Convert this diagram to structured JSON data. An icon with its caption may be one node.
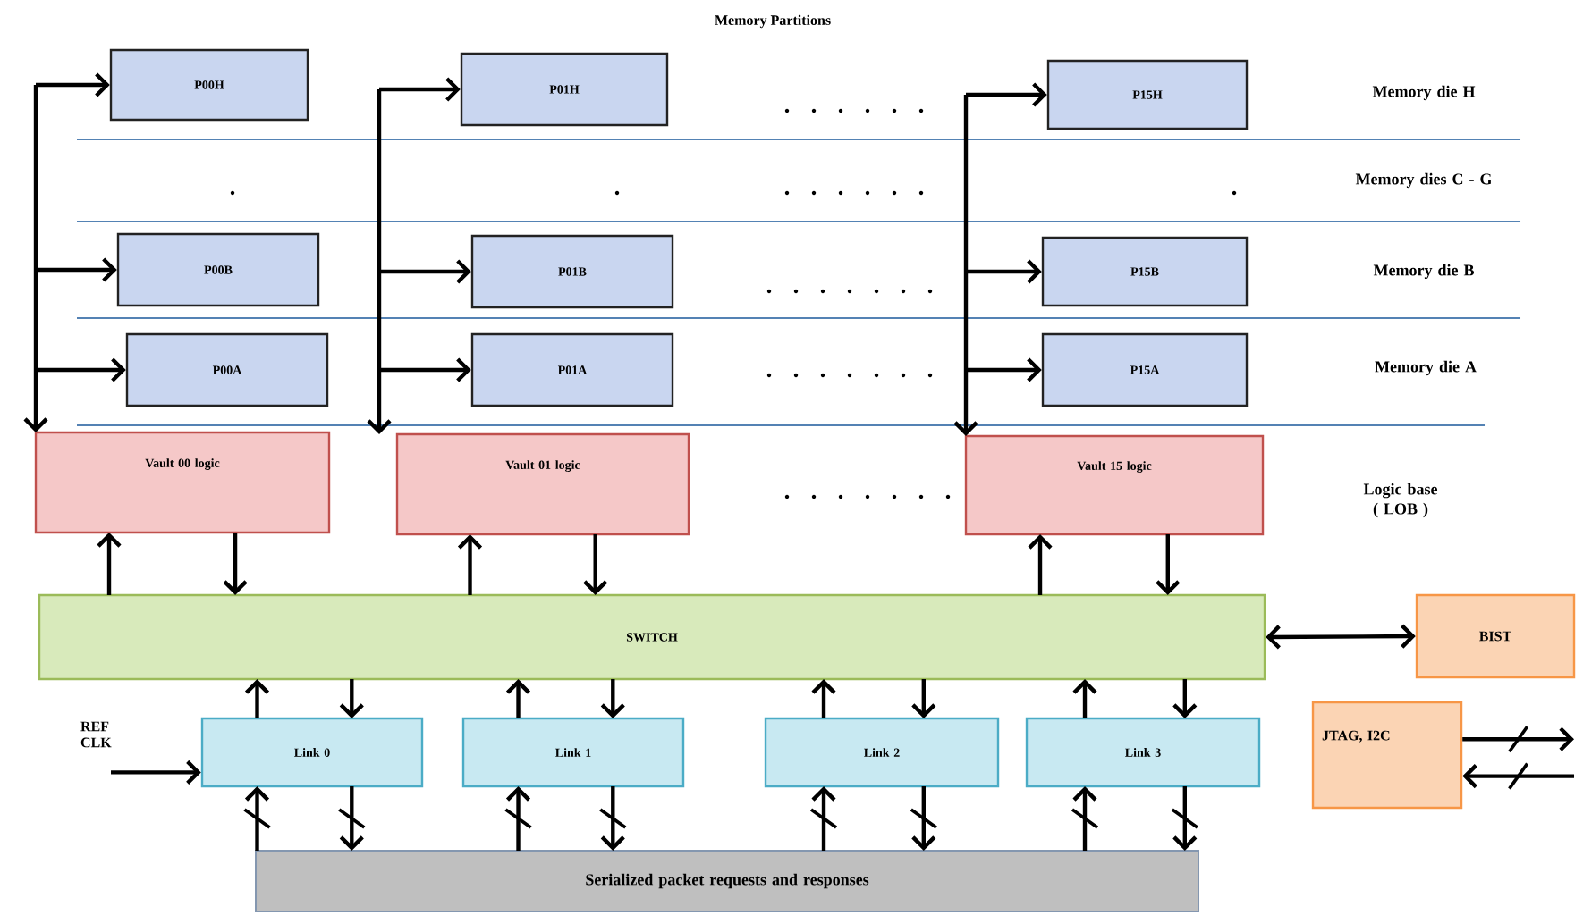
{
  "diagram": {
    "title": "Memory Partitions",
    "nodes": [
      {
        "text": [
          "P00H"
        ]
      },
      {
        "text": [
          "P01H"
        ]
      },
      {
        "text": [
          "P15H"
        ]
      },
      {
        "text": [
          "P00B"
        ]
      },
      {
        "text": [
          "P01B"
        ]
      },
      {
        "text": [
          "P15B"
        ]
      },
      {
        "text": [
          "P00A"
        ]
      },
      {
        "text": [
          "P01A"
        ]
      },
      {
        "text": [
          "P15A"
        ]
      },
      {
        "text": [
          "Vault 00 logic"
        ]
      },
      {
        "text": [
          "Vault 01 logic"
        ]
      },
      {
        "text": [
          "Vault 15 logic"
        ]
      },
      {
        "text": [
          "SWITCH"
        ]
      },
      {
        "text": [
          "BIST"
        ]
      },
      {
        "text": [
          "Link 0"
        ]
      },
      {
        "text": [
          "Link 1"
        ]
      },
      {
        "text": [
          "Link 2"
        ]
      },
      {
        "text": [
          "Link 3"
        ]
      },
      {
        "text": [
          "JTAG, I2C"
        ]
      },
      {
        "text": [
          "Serialized packet requests and responses"
        ]
      },
      {
        "text": [
          "REF CLK"
        ]
      }
    ],
    "edges": [
      {
        "from": 9,
        "to": 0,
        "arrow": "both"
      },
      {
        "from": 9,
        "to": 3,
        "arrow": "both"
      },
      {
        "from": 9,
        "to": 6,
        "arrow": "both"
      },
      {
        "from": 10,
        "to": 1,
        "arrow": "both"
      },
      {
        "from": 10,
        "to": 4,
        "arrow": "both"
      },
      {
        "from": 10,
        "to": 7,
        "arrow": "both"
      },
      {
        "from": 11,
        "to": 2,
        "arrow": "both"
      },
      {
        "from": 11,
        "to": 5,
        "arrow": "both"
      },
      {
        "from": 11,
        "to": 8,
        "arrow": "both"
      },
      {
        "from": 12,
        "to": 9,
        "arrow": "to"
      },
      {
        "from": 9,
        "to": 12,
        "arrow": "to"
      },
      {
        "from": 12,
        "to": 10,
        "arrow": "to"
      },
      {
        "from": 10,
        "to": 12,
        "arrow": "to"
      },
      {
        "from": 12,
        "to": 11,
        "arrow": "to"
      },
      {
        "from": 11,
        "to": 12,
        "arrow": "to"
      },
      {
        "from": 12,
        "to": 13,
        "arrow": "both"
      },
      {
        "from": 14,
        "to": 12,
        "arrow": "to"
      },
      {
        "from": 12,
        "to": 14,
        "arrow": "to"
      },
      {
        "from": 15,
        "to": 12,
        "arrow": "to"
      },
      {
        "from": 12,
        "to": 15,
        "arrow": "to"
      },
      {
        "from": 16,
        "to": 12,
        "arrow": "to"
      },
      {
        "from": 12,
        "to": 16,
        "arrow": "to"
      },
      {
        "from": 17,
        "to": 12,
        "arrow": "to"
      },
      {
        "from": 12,
        "to": 17,
        "arrow": "to"
      },
      {
        "from": 19,
        "to": 14,
        "arrow": "to"
      },
      {
        "from": 14,
        "to": 19,
        "arrow": "to"
      },
      {
        "from": 19,
        "to": 15,
        "arrow": "to"
      },
      {
        "from": 15,
        "to": 19,
        "arrow": "to"
      },
      {
        "from": 19,
        "to": 16,
        "arrow": "to"
      },
      {
        "from": 16,
        "to": 19,
        "arrow": "to"
      },
      {
        "from": 19,
        "to": 17,
        "arrow": "to"
      },
      {
        "from": 17,
        "to": 19,
        "arrow": "to"
      },
      {
        "from": 20,
        "to": 14,
        "arrow": "to"
      },
      {
        "from": 18,
        "to": null,
        "arrow": "to"
      },
      {
        "from": null,
        "to": 18,
        "arrow": "to"
      }
    ],
    "labels": [
      "Memory die H",
      "Memory dies C - G",
      "Memory die B",
      "Memory die A",
      "Logic base ( LOB )"
    ]
  }
}
